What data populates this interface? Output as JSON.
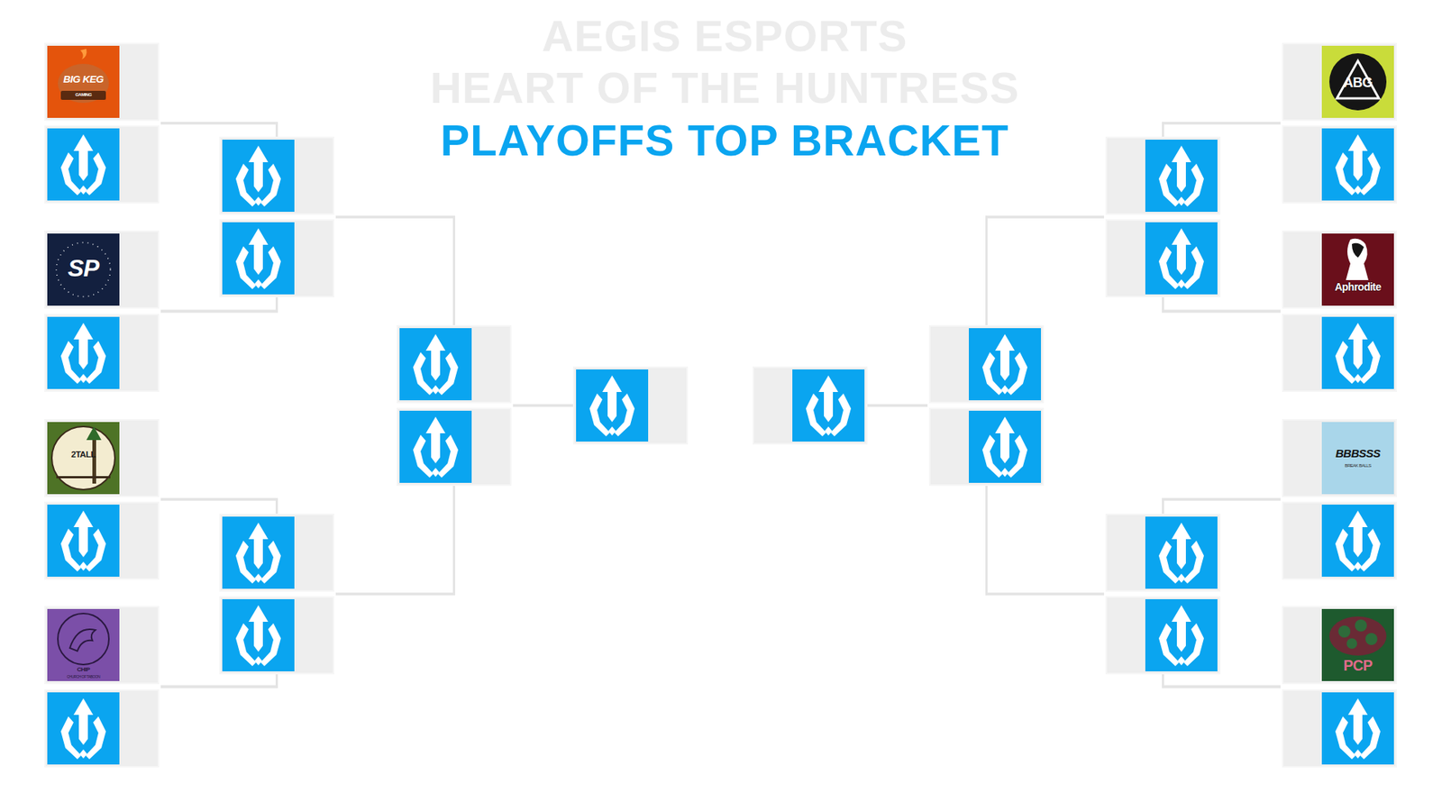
{
  "diagram": {
    "title": "PLAYOFFS TOP BRACKET",
    "nodes": [
      {
        "text": [
          "BIG KEG",
          "GAMING"
        ]
      },
      {
        "text": []
      },
      {
        "text": [
          "SP"
        ]
      },
      {
        "text": []
      },
      {
        "text": [
          "2TALL"
        ]
      },
      {
        "text": []
      },
      {
        "text": [
          "CHIP",
          "CHURCH OF TABOON"
        ]
      },
      {
        "text": []
      },
      {
        "text": []
      },
      {
        "text": []
      },
      {
        "text": []
      },
      {
        "text": []
      },
      {
        "text": []
      },
      {
        "text": []
      },
      {
        "text": []
      },
      {
        "text": []
      },
      {
        "text": []
      },
      {
        "text": []
      },
      {
        "text": []
      },
      {
        "text": []
      },
      {
        "text": []
      },
      {
        "text": []
      },
      {
        "text": [
          "ABG"
        ]
      },
      {
        "text": []
      },
      {
        "text": [
          "Aphrodite"
        ]
      },
      {
        "text": []
      },
      {
        "text": [
          "BBBSSS",
          "BREAK BALLS"
        ]
      },
      {
        "text": []
      },
      {
        "text": [
          "PCP"
        ]
      },
      {
        "text": []
      }
    ],
    "edges": [
      {
        "from": 0,
        "to": 8,
        "arrow": "none"
      },
      {
        "from": 1,
        "to": 8,
        "arrow": "none"
      },
      {
        "from": 2,
        "to": 9,
        "arrow": "none"
      },
      {
        "from": 3,
        "to": 9,
        "arrow": "none"
      },
      {
        "from": 4,
        "to": 10,
        "arrow": "none"
      },
      {
        "from": 5,
        "to": 10,
        "arrow": "none"
      },
      {
        "from": 6,
        "to": 11,
        "arrow": "none"
      },
      {
        "from": 7,
        "to": 11,
        "arrow": "none"
      },
      {
        "from": 8,
        "to": 12,
        "arrow": "none"
      },
      {
        "from": 9,
        "to": 12,
        "arrow": "none"
      },
      {
        "from": 10,
        "to": 13,
        "arrow": "none"
      },
      {
        "from": 11,
        "to": 13,
        "arrow": "none"
      },
      {
        "from": 12,
        "to": 14,
        "arrow": "none"
      },
      {
        "from": 13,
        "to": 14,
        "arrow": "none"
      },
      {
        "from": 22,
        "to": 18,
        "arrow": "none"
      },
      {
        "from": 23,
        "to": 18,
        "arrow": "none"
      },
      {
        "from": 24,
        "to": 19,
        "arrow": "none"
      },
      {
        "from": 25,
        "to": 19,
        "arrow": "none"
      },
      {
        "from": 26,
        "to": 20,
        "arrow": "none"
      },
      {
        "from": 27,
        "to": 20,
        "arrow": "none"
      },
      {
        "from": 28,
        "to": 21,
        "arrow": "none"
      },
      {
        "from": 29,
        "to": 21,
        "arrow": "none"
      },
      {
        "from": 18,
        "to": 16,
        "arrow": "none"
      },
      {
        "from": 19,
        "to": 16,
        "arrow": "none"
      },
      {
        "from": 20,
        "to": 17,
        "arrow": "none"
      },
      {
        "from": 21,
        "to": 17,
        "arrow": "none"
      },
      {
        "from": 16,
        "to": 15,
        "arrow": "none"
      },
      {
        "from": 17,
        "to": 15,
        "arrow": "none"
      }
    ],
    "labels": [
      "AEGIS ESPORTS",
      "HEART OF THE HUNTRESS"
    ]
  }
}
